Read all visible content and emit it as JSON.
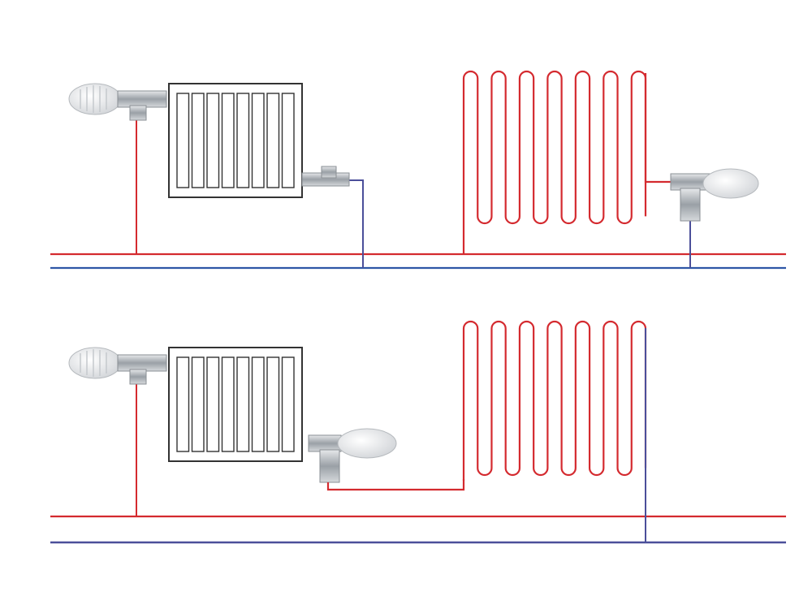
{
  "colors": {
    "supply": "#d42a2f",
    "return": "#4b4f9a",
    "return_top": "#2e56a6",
    "radiator_frame": "#333333",
    "valve_metal": "#b8bcc0",
    "thermostat_head": "#f2f2f2"
  },
  "diagrams": [
    {
      "id": "top",
      "scheme": "radiator-parallel-with-floor-coil"
    },
    {
      "id": "bottom",
      "scheme": "radiator-in-series-with-floor-coil"
    }
  ],
  "components": [
    "radiator",
    "thermostatic-valve",
    "lockshield-valve",
    "underfloor-heating-coil",
    "supply-pipe",
    "return-pipe"
  ]
}
